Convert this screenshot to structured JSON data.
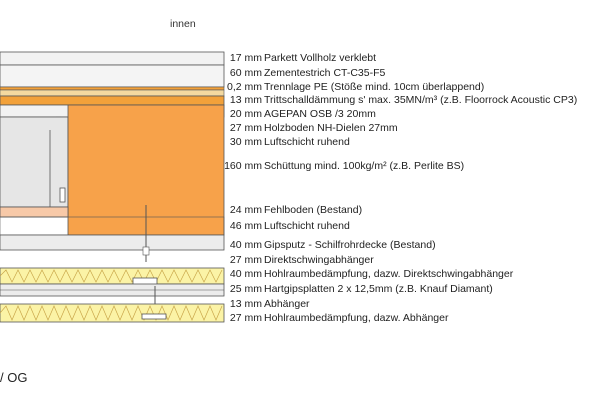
{
  "header": {
    "side_label": "innen"
  },
  "footer": {
    "label": "/ OG"
  },
  "layers": [
    {
      "thickness": "17 mm",
      "description": "Parkett Vollholz verklebt"
    },
    {
      "thickness": "60 mm",
      "description": "Zementestrich CT-C35-F5"
    },
    {
      "thickness": "0,2 mm",
      "description": "Trennlage PE (Stöße mind. 10cm überlappend)"
    },
    {
      "thickness": "13 mm",
      "description": "Trittschalldämmung s' max. 35MN/m³ (z.B. Floorrock Acoustic CP3)"
    },
    {
      "thickness": "20 mm",
      "description": "AGEPAN OSB /3 20mm"
    },
    {
      "thickness": "27 mm",
      "description": "Holzboden NH-Dielen 27mm"
    },
    {
      "thickness": "30 mm",
      "description": "Luftschicht ruhend"
    },
    {
      "thickness": "160 mm",
      "description": "Schüttung mind. 100kg/m² (z.B. Perlite BS)"
    },
    {
      "thickness": "24 mm",
      "description": "Fehlboden (Bestand)"
    },
    {
      "thickness": "46 mm",
      "description": "Luftschicht ruhend"
    },
    {
      "thickness": "40 mm",
      "description": "Gipsputz - Schilfrohrdecke (Bestand)"
    },
    {
      "thickness": "27 mm",
      "description": "Direktschwingabhänger"
    },
    {
      "thickness": "40 mm",
      "description": "Hohlraumbedämpfung, dazw. Direktschwingabhänger"
    },
    {
      "thickness": "25 mm",
      "description": "Hartgipsplatten 2 x 12,5mm (z.B. Knauf Diamant)"
    },
    {
      "thickness": "13 mm",
      "description": "Abhänger"
    },
    {
      "thickness": "27 mm",
      "description": "Hohlraumbedämpfung, dazw. Abhänger"
    }
  ],
  "colors": {
    "parquet": "#f2f2f2",
    "screed": "#f2f2f2",
    "pe_layer": "#f2a13a",
    "impact_insulation": "#f4d9a0",
    "osb": "#f2a13a",
    "floorboards": "#f2f2f2",
    "beam": "#f7a24a",
    "fill": "#e8e8e8",
    "subfloor": "#f7c9a8",
    "plaster": "#ececec",
    "insulation": "#fbf3a6",
    "gypsum_board": "#ececec",
    "outline": "#555555"
  }
}
